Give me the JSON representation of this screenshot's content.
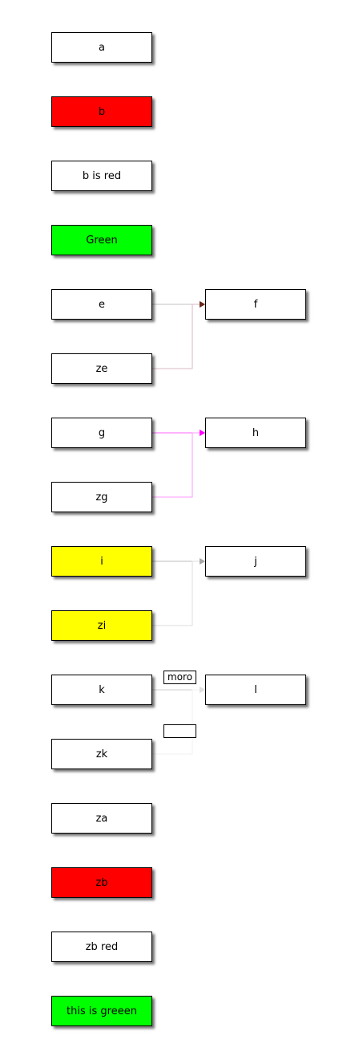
{
  "diagram": {
    "nodes": [
      {
        "id": "a",
        "label": "a",
        "fill": "#ffffff"
      },
      {
        "id": "b",
        "label": "b",
        "fill": "#ff0000"
      },
      {
        "id": "bred",
        "label": "b is red",
        "fill": "#ffffff"
      },
      {
        "id": "green",
        "label": "Green",
        "fill": "#00ff00"
      },
      {
        "id": "e",
        "label": "e",
        "fill": "#ffffff"
      },
      {
        "id": "ze",
        "label": "ze",
        "fill": "#ffffff"
      },
      {
        "id": "g",
        "label": "g",
        "fill": "#ffffff"
      },
      {
        "id": "zg",
        "label": "zg",
        "fill": "#ffffff"
      },
      {
        "id": "i",
        "label": "i",
        "fill": "#ffff00"
      },
      {
        "id": "zi",
        "label": "zi",
        "fill": "#ffff00"
      },
      {
        "id": "k",
        "label": "k",
        "fill": "#ffffff"
      },
      {
        "id": "zk",
        "label": "zk",
        "fill": "#ffffff"
      },
      {
        "id": "za",
        "label": "za",
        "fill": "#ffffff"
      },
      {
        "id": "zb",
        "label": "zb",
        "fill": "#ff0000"
      },
      {
        "id": "zbred",
        "label": "zb red",
        "fill": "#ffffff"
      },
      {
        "id": "greeen",
        "label": "this is greeen",
        "fill": "#00ff00"
      },
      {
        "id": "f",
        "label": "f",
        "fill": "#ffffff"
      },
      {
        "id": "h",
        "label": "h",
        "fill": "#ffffff"
      },
      {
        "id": "j",
        "label": "j",
        "fill": "#ffffff"
      },
      {
        "id": "l",
        "label": "l",
        "fill": "#ffffff"
      }
    ],
    "edges": [
      {
        "from": "e",
        "to": "f",
        "color": "#c0c0c0",
        "arrow_color": "#6b2a1a"
      },
      {
        "from": "ze",
        "to": "f",
        "color": "#d9b8c8",
        "arrow_color": "#6b2a1a"
      },
      {
        "from": "g",
        "to": "h",
        "color": "#ff66ff",
        "arrow_color": "#ff00ff"
      },
      {
        "from": "zg",
        "to": "h",
        "color": "#ff99ff",
        "arrow_color": "#ff00ff"
      },
      {
        "from": "i",
        "to": "j",
        "color": "#bdbdbd",
        "arrow_color": "#a8a8a8"
      },
      {
        "from": "zi",
        "to": "j",
        "color": "#dddddd",
        "arrow_color": "#a8a8a8"
      },
      {
        "from": "k",
        "to": "l",
        "color": "#cfcfcf",
        "arrow_color": "#e0e0e0",
        "label": "moro"
      },
      {
        "from": "zk",
        "to": "l",
        "color": "#f0f0f0",
        "arrow_color": "#e0e0e0",
        "label": ""
      }
    ]
  }
}
